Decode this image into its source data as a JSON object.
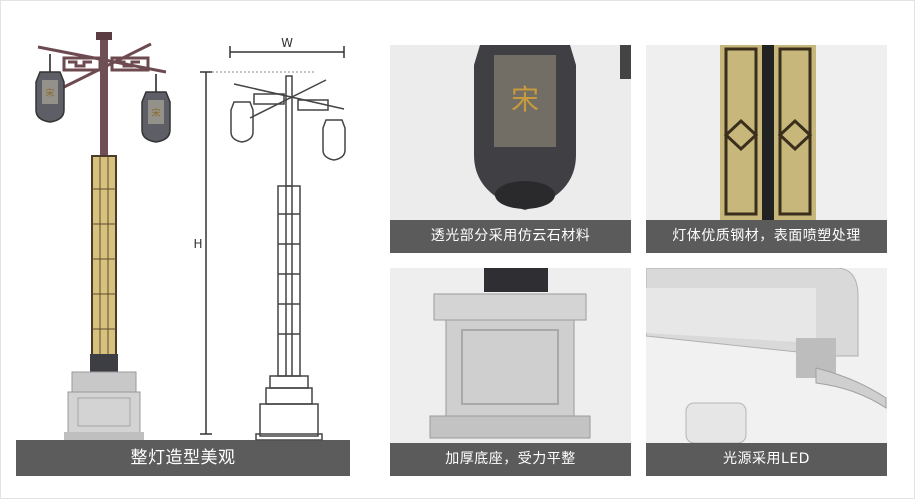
{
  "left": {
    "caption": "整灯造型美观",
    "width_label": "W",
    "height_label": "H",
    "lantern_char": "宋"
  },
  "panels": [
    {
      "caption": "透光部分采用仿云石材料",
      "lantern_char": "宋"
    },
    {
      "caption": "灯体优质钢材，表面喷塑处理"
    },
    {
      "caption": "加厚底座，受力平整"
    },
    {
      "caption": "光源采用LED"
    }
  ]
}
